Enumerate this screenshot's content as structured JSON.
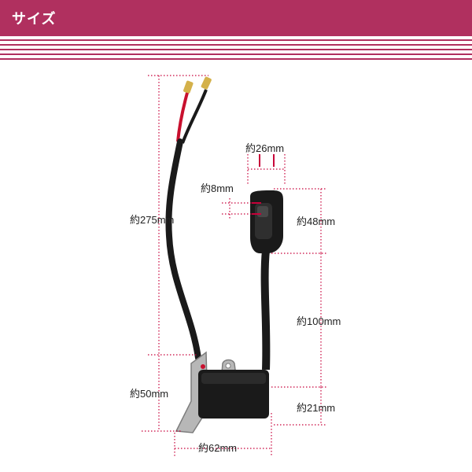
{
  "header": {
    "title": "サイズ"
  },
  "colors": {
    "header_bg": "#b0305f",
    "measure_line": "#c8003a",
    "ignition_coil_body": "#1a1a1a",
    "wire_red": "#c8102e",
    "terminal_brass": "#d4b14a"
  },
  "dimensions": {
    "total_cable_length": "約275mm",
    "plug_cap_width": "約26mm",
    "plug_hole": "約8mm",
    "plug_cap_height": "約48mm",
    "hv_lead_length": "約100mm",
    "coil_lower_height": "約50mm",
    "coil_base_height": "約21mm",
    "coil_width": "約62mm"
  }
}
